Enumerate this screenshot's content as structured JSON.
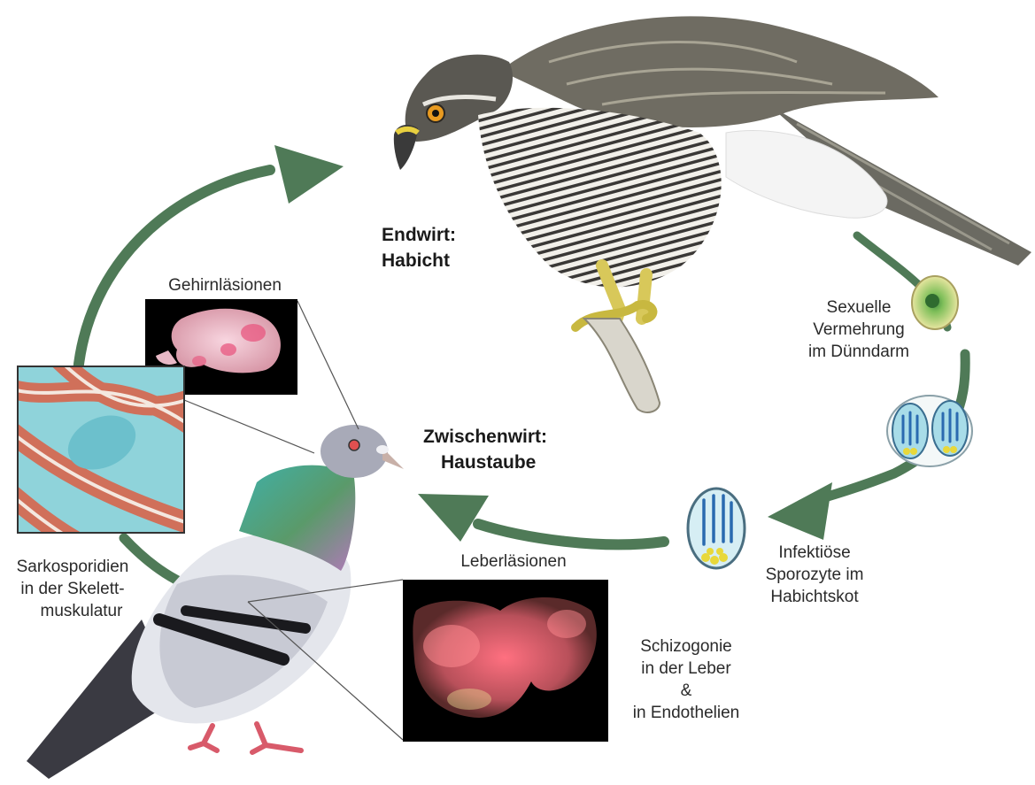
{
  "host_definitive": {
    "line1": "Endwirt:",
    "line2": "Habicht"
  },
  "host_intermediate": {
    "line1": "Zwischenwirt:",
    "line2": "Haustaube"
  },
  "stage_sexual": {
    "line1": "Sexuelle",
    "line2": "Vermehrung",
    "line3": "im Dünndarm"
  },
  "stage_sporocyst": {
    "line1": "Infektiöse",
    "line2": "Sporozyte im",
    "line3": "Habichtskot"
  },
  "stage_schizogony": {
    "line1": "Schizogonie",
    "line2": "in der Leber",
    "line3": "&",
    "line4": "in Endothelien"
  },
  "stage_muscle": {
    "line1": "Sarkosporidien",
    "line2": "in der Skelett-",
    "line3": "muskulatur"
  },
  "inset_brain": {
    "label": "Gehirnläsionen"
  },
  "inset_liver": {
    "label": "Leberläsionen"
  },
  "colors": {
    "arrow": "#4f7a57",
    "cyst": "#8fd3da",
    "muscle": "#d0705a",
    "lesion": "#e8707e"
  }
}
